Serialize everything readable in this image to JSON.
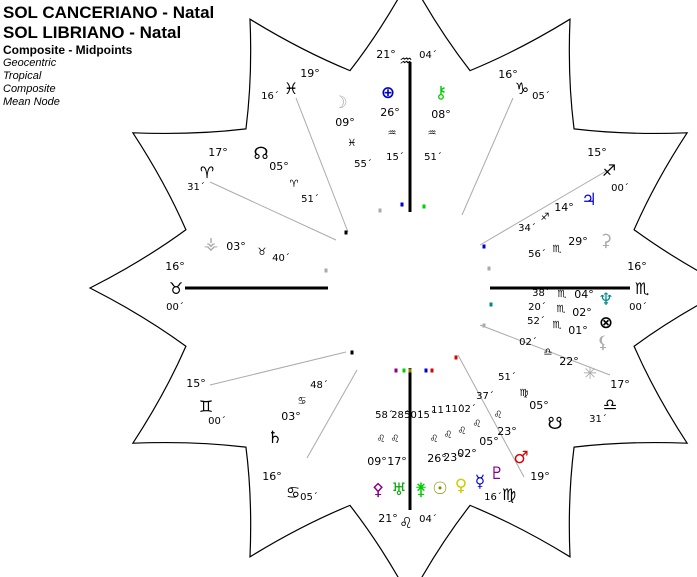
{
  "header": {
    "title1": "SOL CANCERIANO - Natal",
    "title2": "SOL LIBRIANO - Natal",
    "chart_kind": "Composite - Midpoints",
    "options": [
      "Geocentric",
      "Tropical",
      "Composite",
      "Mean Node"
    ]
  },
  "colors": {
    "background": "#ffffff",
    "ink": "#000000",
    "gray": "#aaaaaa",
    "green": "#00cc00",
    "blue": "#0000cc",
    "teal": "#008888",
    "red": "#dd0000",
    "purple": "#880088",
    "yellow": "#cccc00",
    "olive": "#888800"
  },
  "cusps": [
    {
      "key": "c10",
      "sign": "aquarius-icon",
      "glyph": "♒",
      "deg": "21°",
      "min": "04´"
    },
    {
      "key": "c11",
      "sign": "capricorn-icon",
      "glyph": "♑",
      "deg": "16°",
      "min": "05´"
    },
    {
      "key": "c12",
      "sign": "sagittarius-icon",
      "glyph": "♐",
      "deg": "15°",
      "min": "00´"
    },
    {
      "key": "c1",
      "sign": "scorpio-icon",
      "glyph": "♏",
      "deg": "16°",
      "min": "00´"
    },
    {
      "key": "c2",
      "sign": "libra-icon",
      "glyph": "♎",
      "deg": "17°",
      "min": "31´"
    },
    {
      "key": "c3",
      "sign": "virgo-icon",
      "glyph": "♍",
      "deg": "19°",
      "min": "16´"
    },
    {
      "key": "c4",
      "sign": "leo-icon",
      "glyph": "♌",
      "deg": "21°",
      "min": "04´"
    },
    {
      "key": "c5",
      "sign": "cancer-icon",
      "glyph": "♋",
      "deg": "16°",
      "min": "05´"
    },
    {
      "key": "c6",
      "sign": "gemini-icon",
      "glyph": "♊",
      "deg": "15°",
      "min": "00´"
    },
    {
      "key": "c7",
      "sign": "taurus-icon",
      "glyph": "♉",
      "deg": "16°",
      "min": "00´"
    },
    {
      "key": "c8",
      "sign": "aries-icon",
      "glyph": "♈",
      "deg": "17°",
      "min": "31´"
    },
    {
      "key": "c9",
      "sign": "pisces-icon",
      "glyph": "♓",
      "deg": "19°",
      "min": "16´"
    }
  ],
  "planets": [
    {
      "key": "earth",
      "icon": "earth-icon",
      "glyph": "⊕",
      "color": "#0000cc",
      "deg": "26°",
      "sign": "♒",
      "min": "15´"
    },
    {
      "key": "chiron",
      "icon": "chiron-icon",
      "glyph": "⚷",
      "color": "#00cc00",
      "deg": "08°",
      "sign": "♒",
      "min": "51´"
    },
    {
      "key": "moon",
      "icon": "moon-icon",
      "glyph": "☽",
      "color": "#aaaaaa",
      "deg": "09°",
      "sign": "♓",
      "min": "55´"
    },
    {
      "key": "node",
      "icon": "node-icon",
      "glyph": "☊",
      "color": "#000000",
      "deg": "05°",
      "sign": "♈",
      "min": "51´"
    },
    {
      "key": "fortuna",
      "icon": "part-of-fortune-icon",
      "glyph": "⚶",
      "color": "#aaaaaa",
      "deg": "03°",
      "sign": "♉",
      "min": "40´"
    },
    {
      "key": "jupiter",
      "icon": "jupiter-icon",
      "glyph": "♃",
      "color": "#0000cc",
      "deg": "14°",
      "sign": "♐",
      "min": "34´"
    },
    {
      "key": "proserpina",
      "icon": "proserpina-icon",
      "glyph": "⚳",
      "color": "#aaaaaa",
      "deg": "29°",
      "sign": "♏",
      "min": "56´"
    },
    {
      "key": "neptune",
      "icon": "neptune-icon",
      "glyph": "♆",
      "color": "#008888",
      "deg": "04°",
      "sign": "♏",
      "min": "38´"
    },
    {
      "key": "vertex",
      "icon": "vertex-icon",
      "glyph": "⊗",
      "color": "#000000",
      "deg": "02°",
      "sign": "♏",
      "min": "20´"
    },
    {
      "key": "lilith",
      "icon": "lilith-icon",
      "glyph": "⚸",
      "color": "#aaaaaa",
      "deg": "01°",
      "sign": "♏",
      "min": "52´"
    },
    {
      "key": "ceres",
      "icon": "ceres-icon",
      "glyph": "✳",
      "color": "#aaaaaa",
      "deg": "22°",
      "sign": "♎",
      "min": "02´"
    },
    {
      "key": "southnode",
      "icon": "south-node-icon",
      "glyph": "☋",
      "color": "#000000",
      "deg": "05°",
      "sign": "♍",
      "min": "51´"
    },
    {
      "key": "mars",
      "icon": "mars-icon",
      "glyph": "♂",
      "color": "#dd0000",
      "deg": "23°",
      "sign": "♌",
      "min": "37´"
    },
    {
      "key": "pluto",
      "icon": "pluto-icon",
      "glyph": "♇",
      "color": "#880088",
      "deg": "05°",
      "sign": "♌",
      "min": "02´"
    },
    {
      "key": "mercury",
      "icon": "mercury-icon",
      "glyph": "☿",
      "color": "#0000cc",
      "deg": "02°",
      "sign": "♌",
      "min": "11´"
    },
    {
      "key": "sun",
      "icon": "sun-icon",
      "glyph": "☉",
      "color": "#888800",
      "deg": "26°",
      "sign": "♌",
      "min": "15´"
    },
    {
      "key": "venus",
      "icon": "venus-icon",
      "glyph": "♀",
      "color": "#cccc00",
      "deg": "23°",
      "sign": "♌",
      "min": "11´"
    },
    {
      "key": "uranus",
      "icon": "uranus-icon",
      "glyph": "♅",
      "color": "#00aa00",
      "deg": "17°",
      "sign": "♌",
      "min": "28´"
    },
    {
      "key": "pholus",
      "icon": "pholus-icon",
      "glyph": "⚴",
      "color": "#880088",
      "deg": "09°",
      "sign": "♌",
      "min": "58´"
    },
    {
      "key": "saturn",
      "icon": "saturn-icon",
      "glyph": "♄",
      "color": "#000000",
      "deg": "03°",
      "sign": "♋",
      "min": "48´"
    },
    {
      "key": "lune",
      "icon": "lune-icon",
      "glyph": "⚵",
      "color": "#00cc00",
      "deg": "",
      "sign": "",
      "min": "50´"
    }
  ]
}
